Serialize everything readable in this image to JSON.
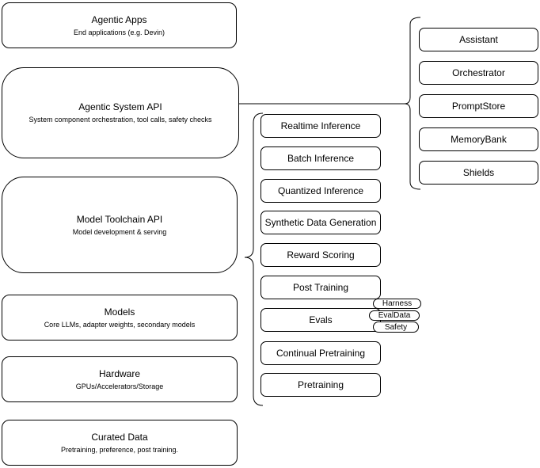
{
  "diagram": {
    "background_color": "#ffffff",
    "stroke_color": "#000000",
    "text_color": "#000000"
  },
  "stack": {
    "items": [
      {
        "title": "Agentic Apps",
        "subtitle": "End applications (e.g. Devin)"
      },
      {
        "title": "Agentic System API",
        "subtitle": "System component orchestration, tool calls, safety checks"
      },
      {
        "title": "Model Toolchain API",
        "subtitle": "Model development & serving"
      },
      {
        "title": "Models",
        "subtitle": "Core LLMs, adapter weights, secondary models"
      },
      {
        "title": "Hardware",
        "subtitle": "GPUs/Accelerators/Storage"
      },
      {
        "title": "Curated Data",
        "subtitle": "Pretraining, preference, post training."
      }
    ]
  },
  "toolchain": {
    "items": [
      {
        "label": "Realtime Inference"
      },
      {
        "label": "Batch Inference"
      },
      {
        "label": "Quantized Inference"
      },
      {
        "label": "Synthetic Data Generation"
      },
      {
        "label": "Reward Scoring"
      },
      {
        "label": "Post Training"
      },
      {
        "label": "Evals"
      },
      {
        "label": "Continual Pretraining"
      },
      {
        "label": "Pretraining"
      }
    ]
  },
  "eval_tags": {
    "items": [
      {
        "label": "Harness"
      },
      {
        "label": "EvalData"
      },
      {
        "label": "Safety"
      }
    ]
  },
  "agentic_services": {
    "items": [
      {
        "label": "Assistant"
      },
      {
        "label": "Orchestrator"
      },
      {
        "label": "PromptStore"
      },
      {
        "label": "MemoryBank"
      },
      {
        "label": "Shields"
      }
    ]
  }
}
